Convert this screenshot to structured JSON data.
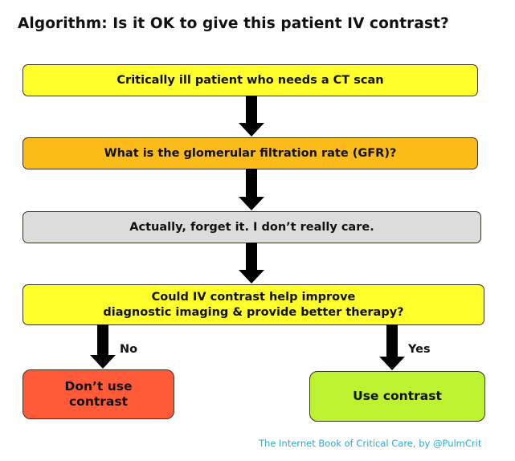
{
  "title": "Algorithm:  Is it OK to give this patient IV contrast?",
  "nodes": {
    "start": {
      "text": "Critically ill patient who needs a CT scan",
      "color": "#ffff2a"
    },
    "gfr": {
      "text": "What is the glomerular filtration rate (GFR)?",
      "color": "#fbbb18"
    },
    "forget": {
      "text": "Actually, forget it.  I don’t really care.",
      "color": "#dcdcdc"
    },
    "question": {
      "line1": "Could IV contrast help improve",
      "line2": "diagnostic imaging & provide better therapy?",
      "color": "#ffff2a"
    },
    "no_outcome": {
      "line1": "Don’t use",
      "line2": "contrast",
      "color": "#ff5b38"
    },
    "yes_outcome": {
      "text": "Use contrast",
      "color": "#bdf230"
    }
  },
  "edges": {
    "no_label": "No",
    "yes_label": "Yes"
  },
  "footer": "The Internet Book of Critical Care, by @PulmCrit"
}
